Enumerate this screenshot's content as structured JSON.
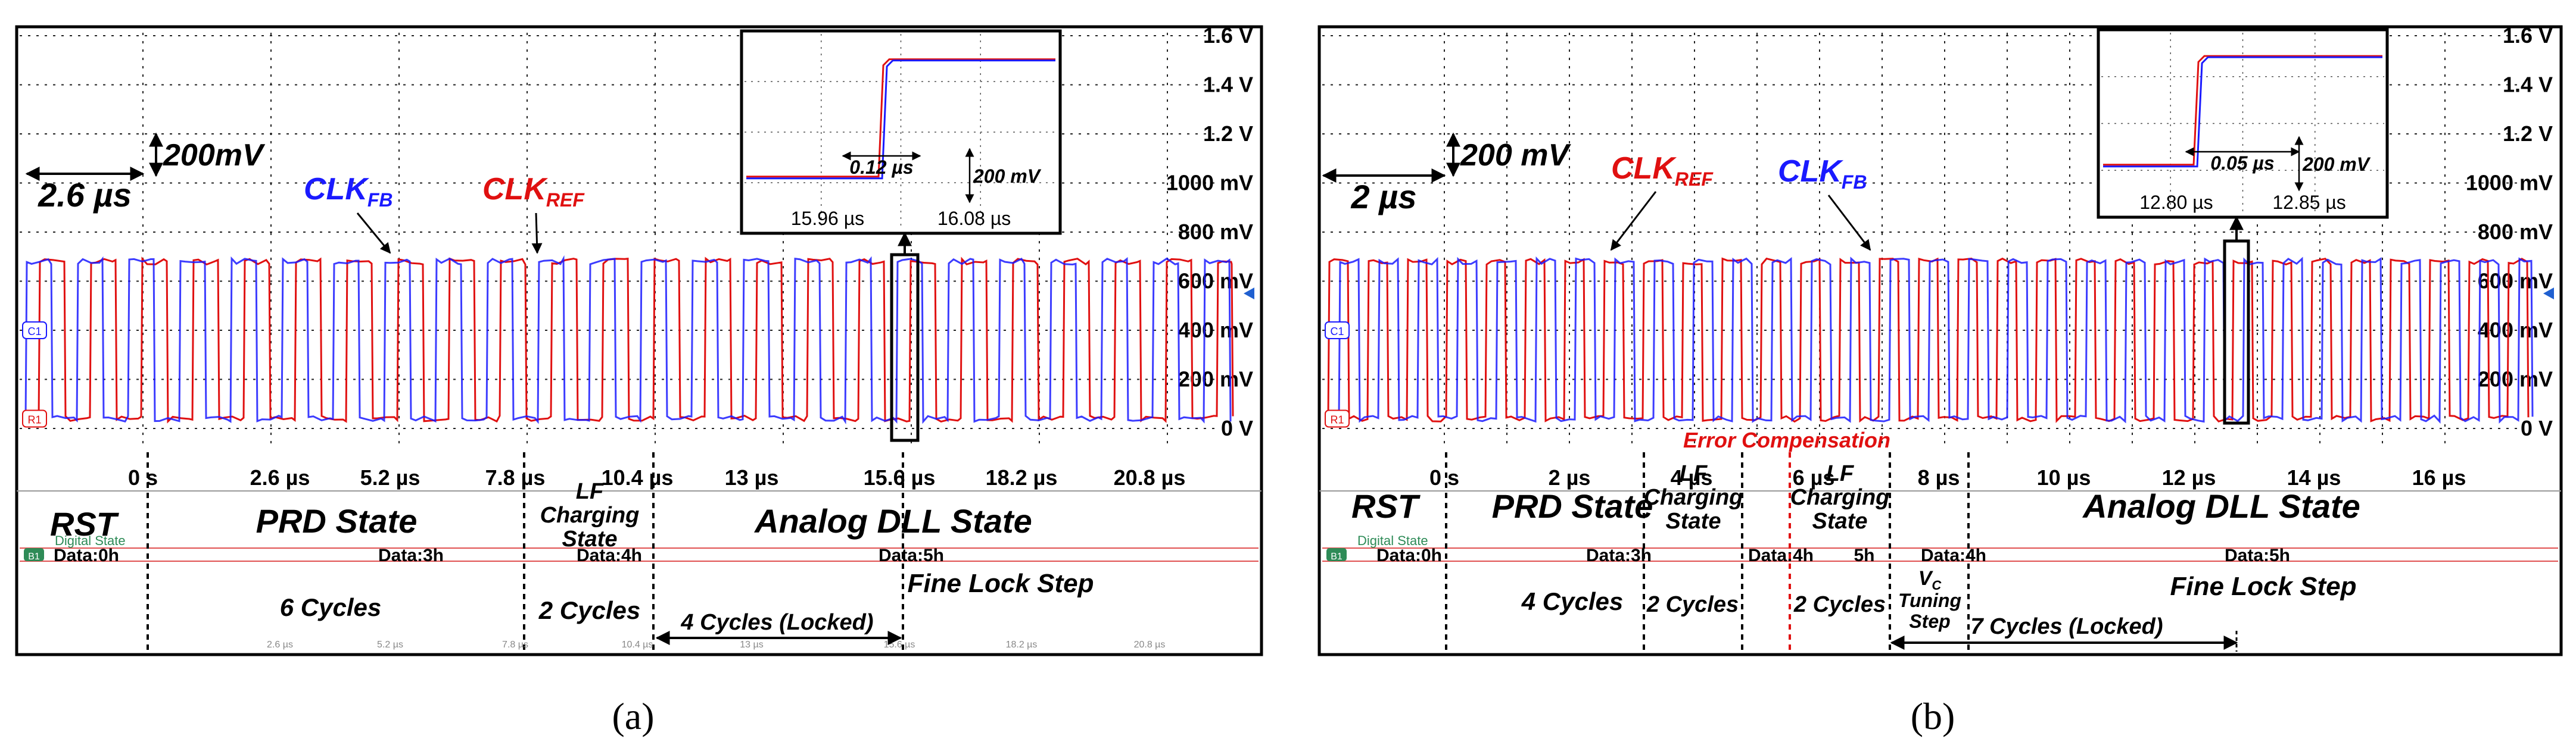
{
  "chart_data": [
    {
      "type": "line",
      "panel_label": "(a)",
      "x_tick_labels": [
        "0 s",
        "2.6 µs",
        "5.2 µs",
        "7.8 µs",
        "10.4 µs",
        "13 µs",
        "15.6 µs",
        "18.2 µs",
        "20.8 µs"
      ],
      "y_tick_labels": [
        "0 V",
        "200 mV",
        "400 mV",
        "600 mV",
        "800 mV",
        "1000 mV",
        "1.2 V",
        "1.4 V",
        "1.6 V"
      ],
      "ylim": [
        0,
        1.6
      ],
      "scale": {
        "time_per_div": "2.6 µs",
        "volts_per_div": "200mV"
      },
      "series": [
        {
          "name": "CLK",
          "sub": "FB",
          "color": "#1a1aff"
        },
        {
          "name": "CLK",
          "sub": "REF",
          "color": "#e01010"
        }
      ],
      "marker_labels": {
        "c1": "C1",
        "r1": "R1"
      },
      "inset": {
        "delay": "0.12 µs",
        "vscale": "200 mV",
        "t_start": "15.96 µs",
        "t_end": "16.08 µs"
      },
      "digital_state_label": "Digital State",
      "bus_prefix": "B1",
      "bus": [
        "Data:0h",
        "Data:3h",
        "Data:4h",
        "Data:5h"
      ],
      "states": [
        "RST",
        "PRD State",
        "LF Charging State",
        "Analog DLL State"
      ],
      "cycles": [
        "6 Cycles",
        "2 Cycles",
        "4 Cycles (Locked)",
        "Fine Lock Step"
      ],
      "small_ticks": [
        "2.6 µs",
        "5.2 µs",
        "7.8 µs",
        "10.4 µs",
        "13 µs",
        "15.6 µs",
        "18.2 µs",
        "20.8 µs"
      ]
    },
    {
      "type": "line",
      "panel_label": "(b)",
      "x_tick_labels": [
        "0 s",
        "2 µs",
        "4 µs",
        "6 µs",
        "8 µs",
        "10 µs",
        "12 µs",
        "14 µs",
        "16 µs"
      ],
      "y_tick_labels": [
        "0 V",
        "200 mV",
        "400 mV",
        "600 mV",
        "800 mV",
        "1000 mV",
        "1.2 V",
        "1.4 V",
        "1.6 V"
      ],
      "ylim": [
        0,
        1.6
      ],
      "scale": {
        "time_per_div": "2 µs",
        "volts_per_div": "200 mV"
      },
      "series": [
        {
          "name": "CLK",
          "sub": "REF",
          "color": "#e01010"
        },
        {
          "name": "CLK",
          "sub": "FB",
          "color": "#1a1aff"
        }
      ],
      "marker_labels": {
        "c1": "C1",
        "r1": "R1"
      },
      "inset": {
        "delay": "0.05 µs",
        "vscale": "200 mV",
        "t_start": "12.80 µs",
        "t_end": "12.85 µs"
      },
      "annotation": "Error Compensation",
      "digital_state_label": "Digital State",
      "bus_prefix": "B1",
      "bus": [
        "Data:0h",
        "Data:3h",
        "Data:4h",
        "5h",
        "Data:4h",
        "Data:5h"
      ],
      "states": [
        "RST",
        "PRD State",
        "LF Charging State",
        "LF Charging State",
        "Analog DLL State"
      ],
      "cycles": [
        "4 Cycles",
        "2 Cycles",
        "2 Cycles",
        "VC Tuning Step",
        "7 Cycles (Locked)",
        "Fine Lock Step"
      ]
    }
  ]
}
